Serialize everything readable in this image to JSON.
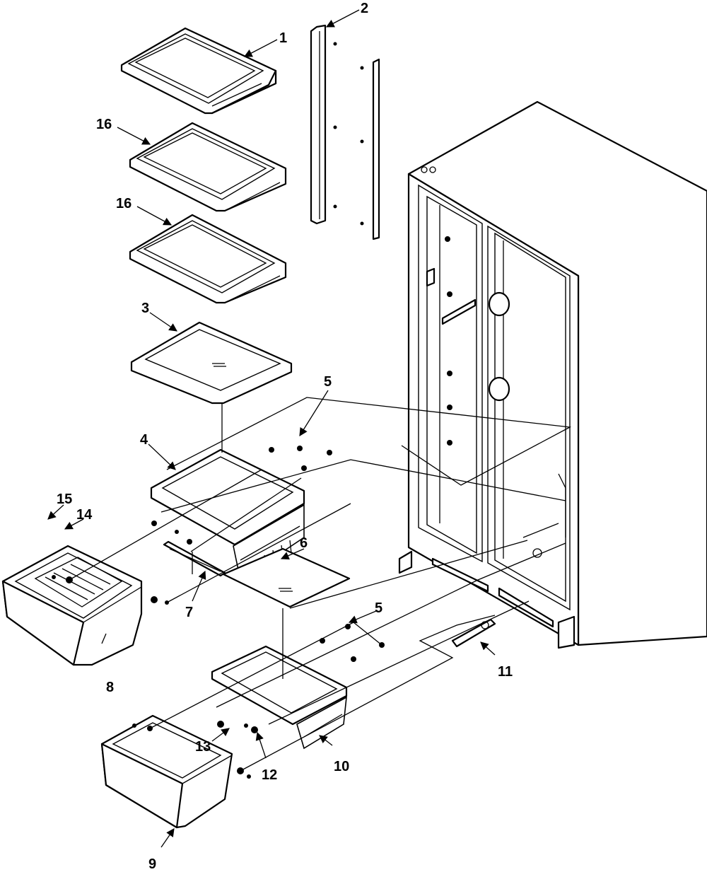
{
  "diagram": {
    "callouts": [
      {
        "id": "c1",
        "label": "1"
      },
      {
        "id": "c2",
        "label": "2"
      },
      {
        "id": "c16a",
        "label": "16"
      },
      {
        "id": "c16b",
        "label": "16"
      },
      {
        "id": "c3",
        "label": "3"
      },
      {
        "id": "c5a",
        "label": "5"
      },
      {
        "id": "c4",
        "label": "4"
      },
      {
        "id": "c15",
        "label": "15"
      },
      {
        "id": "c14",
        "label": "14"
      },
      {
        "id": "c6",
        "label": "6"
      },
      {
        "id": "c7",
        "label": "7"
      },
      {
        "id": "c8",
        "label": "8"
      },
      {
        "id": "c5b",
        "label": "5"
      },
      {
        "id": "c11",
        "label": "11"
      },
      {
        "id": "c13",
        "label": "13"
      },
      {
        "id": "c12",
        "label": "12"
      },
      {
        "id": "c10",
        "label": "10"
      },
      {
        "id": "c9",
        "label": "9"
      }
    ]
  }
}
